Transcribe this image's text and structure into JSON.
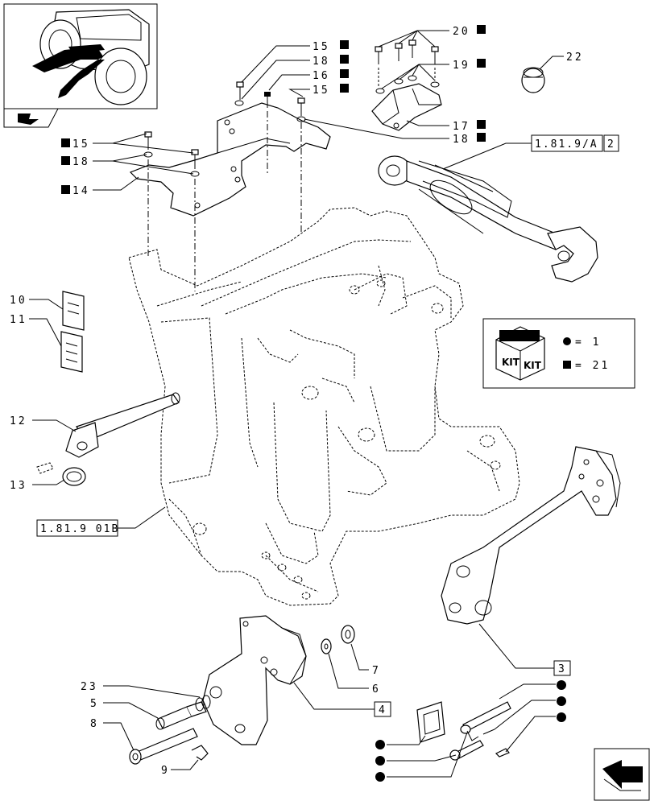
{
  "callouts": {
    "c15a": "15",
    "c18a": "18",
    "c16": "16",
    "c15b": "15",
    "c20": "20",
    "c19": "19",
    "c17": "17",
    "c18b": "18",
    "c22": "22",
    "c15l": "15",
    "c18l": "18",
    "c14": "14",
    "c10": "10",
    "c11": "11",
    "c12": "12",
    "c13": "13",
    "c7": "7",
    "c6": "6",
    "c4": "4",
    "c3": "3",
    "c23": "23",
    "c5": "5",
    "c8": "8",
    "c9": "9"
  },
  "refs": {
    "ref_top": "1.81.9/A",
    "ref_top_num": "2",
    "ref_frame": "1.81.9 01B"
  },
  "kit": {
    "label1": "KIT",
    "label2": "KIT",
    "eq1": "= 1",
    "eq2": "= 21"
  },
  "symbols": {
    "square": "filled-square",
    "circle": "filled-circle"
  }
}
